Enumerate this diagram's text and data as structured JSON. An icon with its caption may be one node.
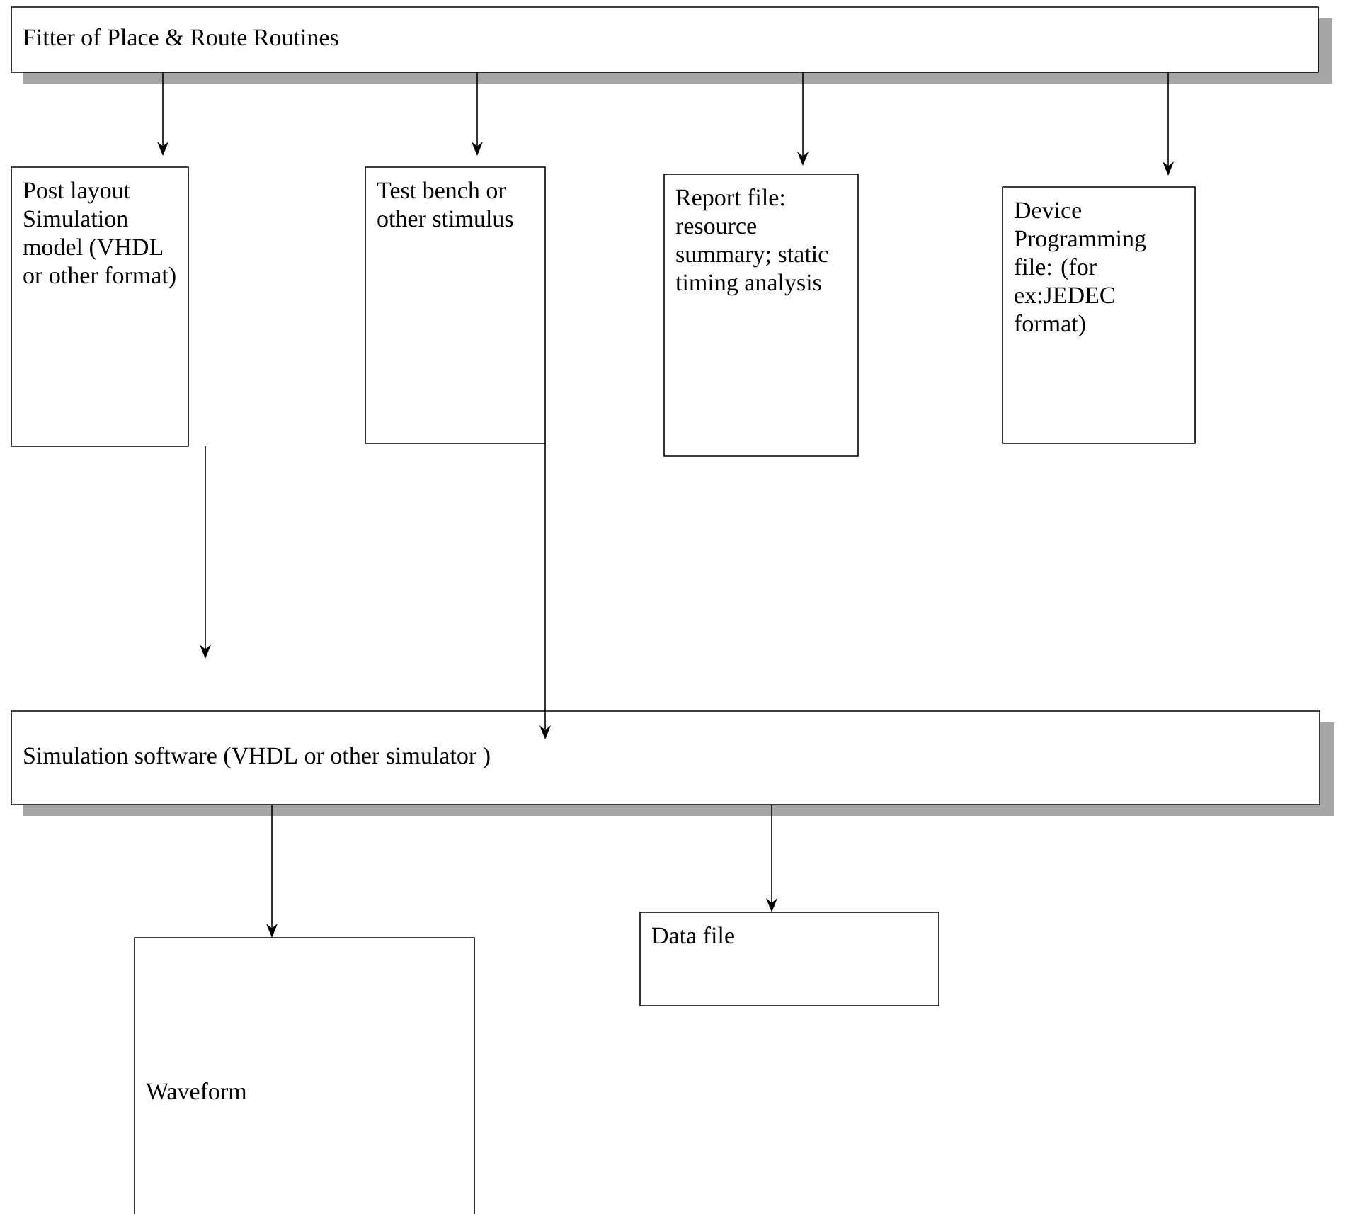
{
  "diagram": {
    "nodes": [
      {
        "text": [
          "Fitter of Place & Route Routines"
        ]
      },
      {
        "text": [
          "Post layout Simulation model (VHDL or other format)"
        ]
      },
      {
        "text": [
          "Test bench or other stimulus"
        ]
      },
      {
        "text": [
          "Report file: resource summary; static timing analysis"
        ]
      },
      {
        "text": [
          "Device Programming file: (for ex:JEDEC format)"
        ]
      },
      {
        "text": [
          "Simulation software (VHDL or other simulator )"
        ]
      },
      {
        "text": [
          "Waveform"
        ]
      },
      {
        "text": [
          "Data file"
        ]
      }
    ],
    "edges": [
      {
        "from": 0,
        "to": 1,
        "arrow": "to"
      },
      {
        "from": 0,
        "to": 2,
        "arrow": "to"
      },
      {
        "from": 0,
        "to": 3,
        "arrow": "to"
      },
      {
        "from": 0,
        "to": 4,
        "arrow": "to"
      },
      {
        "from": 1,
        "to": 5,
        "arrow": "to"
      },
      {
        "from": 2,
        "to": 5,
        "arrow": "to"
      },
      {
        "from": 5,
        "to": 6,
        "arrow": "to"
      },
      {
        "from": 5,
        "to": 7,
        "arrow": "to"
      }
    ]
  }
}
